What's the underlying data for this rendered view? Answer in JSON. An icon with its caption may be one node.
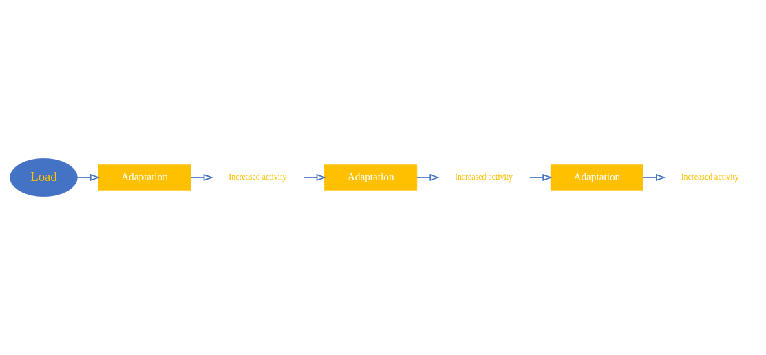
{
  "diagram": {
    "nodes": [
      {
        "text": [
          "Load"
        ]
      },
      {
        "text": [
          "Adaptation"
        ]
      },
      {
        "text": [
          "Increased activity"
        ]
      },
      {
        "text": [
          "Adaptation"
        ]
      },
      {
        "text": [
          "Increased activity"
        ]
      },
      {
        "text": [
          "Adaptation"
        ]
      },
      {
        "text": [
          "Increased activity"
        ]
      }
    ],
    "edges": [
      {
        "from": 0,
        "to": 1,
        "arrow": "to"
      },
      {
        "from": 1,
        "to": 2,
        "arrow": "to"
      },
      {
        "from": 2,
        "to": 3,
        "arrow": "to"
      },
      {
        "from": 3,
        "to": 4,
        "arrow": "to"
      },
      {
        "from": 4,
        "to": 5,
        "arrow": "to"
      },
      {
        "from": 5,
        "to": 6,
        "arrow": "to"
      }
    ]
  }
}
